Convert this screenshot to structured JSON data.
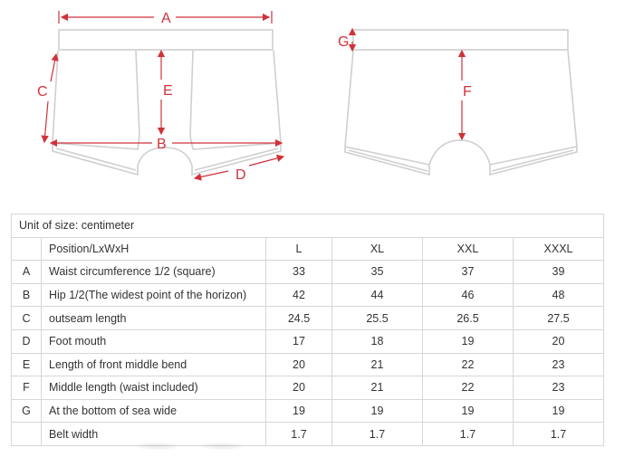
{
  "diagram": {
    "front_labels": [
      "A",
      "B",
      "C",
      "D",
      "E"
    ],
    "back_labels": [
      "F",
      "G"
    ],
    "line_color": "#cfcfcf",
    "measure_color": "#d0323a"
  },
  "table": {
    "unit_caption": "Unit of size: centimeter",
    "header": [
      "",
      "Position/LxWxH",
      "L",
      "XL",
      "XXL",
      "XXXL"
    ],
    "rows": [
      {
        "key": "A",
        "position": "Waist circumference 1/2 (square)",
        "values": [
          "33",
          "35",
          "37",
          "39"
        ]
      },
      {
        "key": "B",
        "position": "Hip 1/2(The widest point of the horizon)",
        "values": [
          "42",
          "44",
          "46",
          "48"
        ]
      },
      {
        "key": "C",
        "position": "outseam length",
        "values": [
          "24.5",
          "25.5",
          "26.5",
          "27.5"
        ]
      },
      {
        "key": "D",
        "position": "Foot mouth",
        "values": [
          "17",
          "18",
          "19",
          "20"
        ]
      },
      {
        "key": "E",
        "position": "Length of front middle bend",
        "values": [
          "20",
          "21",
          "22",
          "23"
        ]
      },
      {
        "key": "F",
        "position": "Middle length (waist included)",
        "values": [
          "20",
          "21",
          "22",
          "23"
        ]
      },
      {
        "key": "G",
        "position": "At the bottom of sea wide",
        "values": [
          "19",
          "19",
          "19",
          "19"
        ]
      },
      {
        "key": "",
        "position": "Belt width",
        "values": [
          "1.7",
          "1.7",
          "1.7",
          "1.7"
        ]
      }
    ]
  }
}
